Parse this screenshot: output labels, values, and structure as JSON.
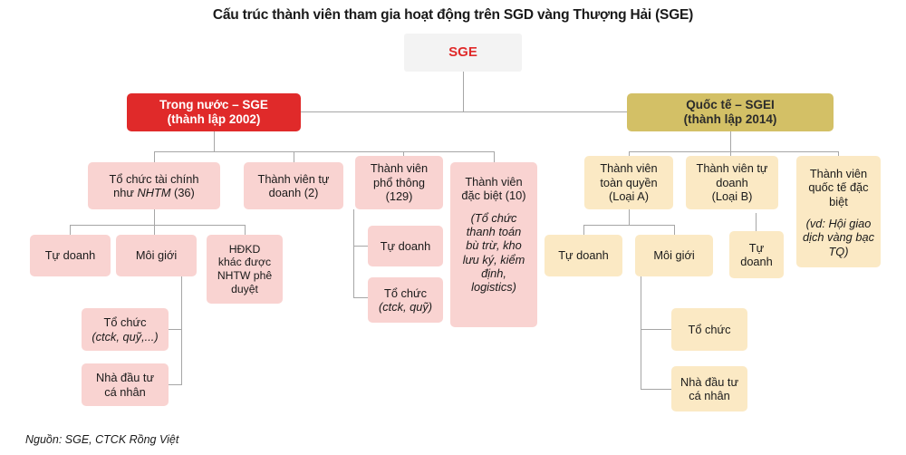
{
  "title": "Cấu trúc thành viên tham gia hoạt động trên SGD vàng Thượng Hải (SGE)",
  "source": "Nguồn: SGE, CTCK Rồng Việt",
  "colors": {
    "root_bg": "#F3F3F3",
    "root_text": "#E02A2A",
    "domestic_bg": "#E02A2A",
    "international_bg": "#D3C066",
    "pink_bg": "#F9D3D1",
    "cream_bg": "#FBE9C4",
    "connector": "#A6A6A6"
  },
  "nodes": {
    "root": {
      "label": "SGE"
    },
    "domestic": {
      "line1": "Trong nước – SGE",
      "line2": "(thành lập 2002)"
    },
    "international": {
      "line1": "Quốc tế – SGEI",
      "line2": "(thành lập 2014)"
    },
    "fin_org": {
      "line1": "Tổ chức tài chính",
      "line2_pre": "như ",
      "line2_italic": "NHTM",
      "line2_post": " (36)"
    },
    "fin_prop": {
      "line1": "Tự doanh"
    },
    "fin_broker": {
      "line1": "Môi giới"
    },
    "fin_other": {
      "line1": "HĐKD",
      "line2": "khác được",
      "line3": "NHTW phê",
      "line4": "duyệt"
    },
    "fin_broker_org": {
      "line1": "Tổ chức",
      "line2_italic": "(ctck, quỹ,...)"
    },
    "fin_broker_indiv": {
      "line1": "Nhà đầu tư",
      "line2": "cá nhân"
    },
    "prop_member": {
      "line1": "Thành viên tự",
      "line2": "doanh (2)"
    },
    "general_member": {
      "line1": "Thành viên",
      "line2": "phổ thông",
      "line3": "(129)"
    },
    "general_prop": {
      "line1": "Tự doanh"
    },
    "general_org": {
      "line1": "Tổ chức",
      "line2_italic": "(ctck, quỹ)"
    },
    "special_member": {
      "line1": "Thành viên",
      "line2": "đặc biệt (10)",
      "it1": "(Tổ chức",
      "it2": "thanh toán",
      "it3": "bù trừ, kho",
      "it4": "lưu ký, kiểm",
      "it5": "định,",
      "it6": "logistics)"
    },
    "full_member": {
      "line1": "Thành viên",
      "line2": "toàn quyền",
      "line3": "(Loại A)"
    },
    "full_prop": {
      "line1": "Tự doanh"
    },
    "full_broker": {
      "line1": "Môi giới"
    },
    "full_broker_org": {
      "line1": "Tổ chức"
    },
    "full_broker_indiv": {
      "line1": "Nhà đầu tư",
      "line2": "cá nhân"
    },
    "intl_prop_member": {
      "line1": "Thành viên tự",
      "line2": "doanh",
      "line3": "(Loại B)"
    },
    "intl_prop_child": {
      "line1": "Tự",
      "line2": "doanh"
    },
    "intl_special": {
      "line1": "Thành viên",
      "line2": "quốc tế đặc",
      "line3": "biệt",
      "it1": "(vd: Hội giao",
      "it2": "dịch vàng bạc",
      "it3": "TQ)"
    }
  }
}
